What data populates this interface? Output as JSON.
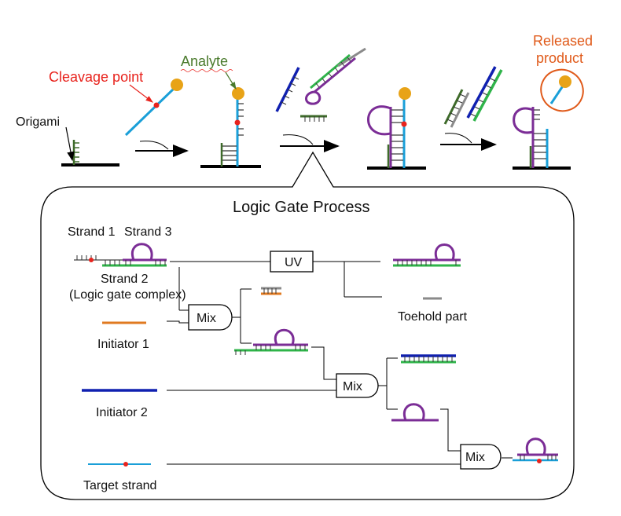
{
  "top": {
    "origami": "Origami",
    "cleavage_point": "Cleavage point",
    "analyte": "Analyte",
    "released_product_line1": "Released",
    "released_product_line2": "product"
  },
  "panel": {
    "title": "Logic Gate Process",
    "strand1": "Strand 1",
    "strand3": "Strand 3",
    "strand2": "Strand 2",
    "complex": "(Logic gate complex)",
    "initiator1": "Initiator 1",
    "initiator2": "Initiator 2",
    "target": "Target strand",
    "uv": "UV",
    "mix1": "Mix",
    "mix2": "Mix",
    "mix3": "Mix",
    "toehold": "Toehold part"
  },
  "colors": {
    "cyan": "#1a9fd8",
    "purple": "#7b2d96",
    "green": "#2fb44a",
    "blue": "#1020b0",
    "gray": "#8a8a8a",
    "orange": "#e07a20",
    "gold": "#e8a317",
    "red": "#e8231d",
    "darkgreen": "#3e6b2a"
  }
}
